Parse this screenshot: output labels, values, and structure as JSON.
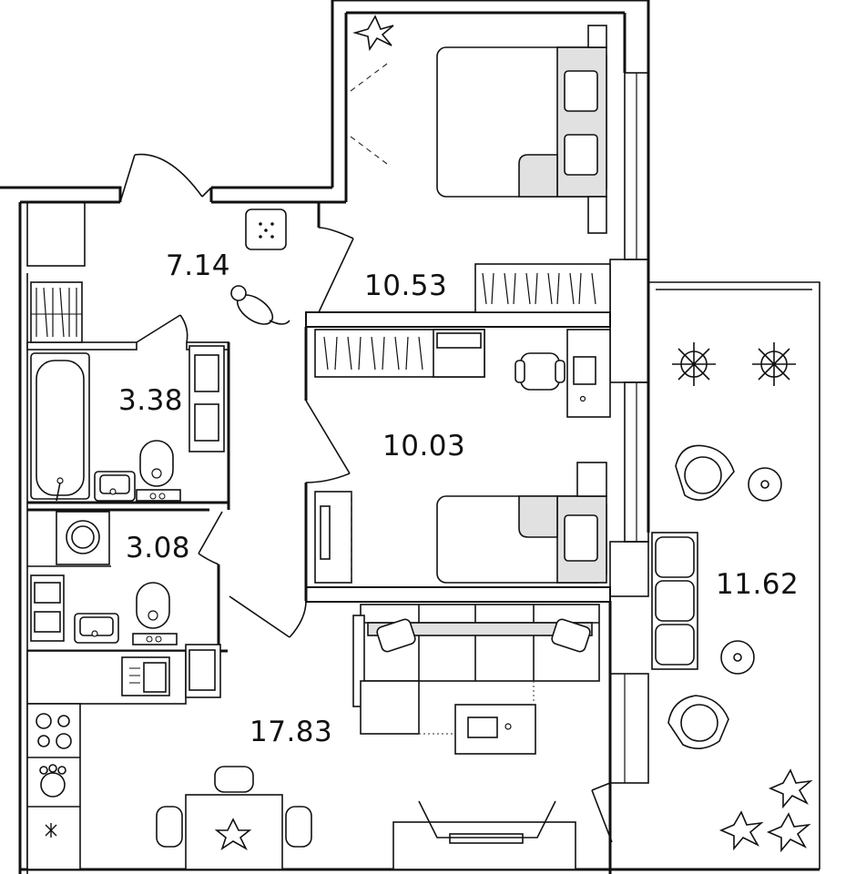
{
  "rooms": {
    "hallway": "7.14",
    "bedroom_large": "10.53",
    "bathroom": "3.38",
    "bedroom_small": "10.03",
    "toilet": "3.08",
    "living_kitchen": "17.83",
    "balcony": "11.62"
  }
}
